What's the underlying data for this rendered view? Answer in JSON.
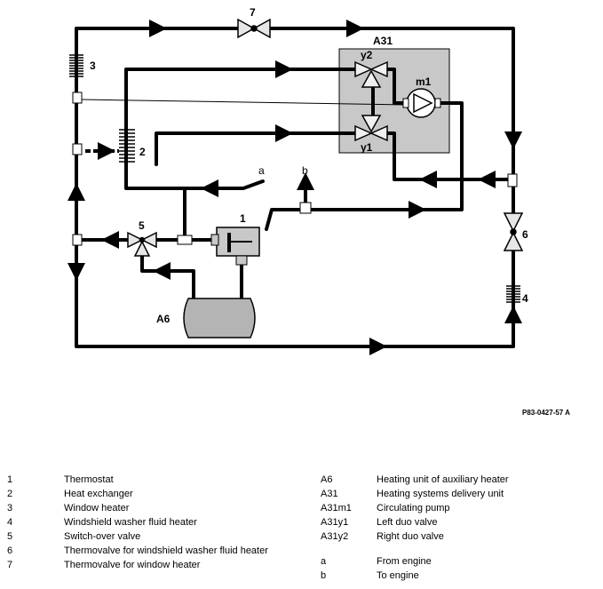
{
  "diagram": {
    "labels": {
      "n7": "7",
      "n3": "3",
      "n2": "2",
      "n1": "1",
      "n5": "5",
      "n6": "6",
      "n4": "4",
      "a31": "A31",
      "y2": "y2",
      "y1": "y1",
      "m1": "m1",
      "a6": "A6",
      "a": "a",
      "b": "b"
    },
    "code": "P83-0427-57 A"
  },
  "legend": {
    "left": [
      {
        "key": "1",
        "text": "Thermostat"
      },
      {
        "key": "2",
        "text": "Heat exchanger"
      },
      {
        "key": "3",
        "text": "Window heater"
      },
      {
        "key": "4",
        "text": "Windshield washer fluid heater"
      },
      {
        "key": "5",
        "text": "Switch-over valve"
      },
      {
        "key": "6",
        "text": "Thermovalve for windshield washer fluid heater"
      },
      {
        "key": "7",
        "text": "Thermovalve for window heater"
      }
    ],
    "right": [
      {
        "key": "A6",
        "text": "Heating unit of auxiliary heater"
      },
      {
        "key": "A31",
        "text": "Heating systems delivery unit"
      },
      {
        "key": "A31m1",
        "text": "Circulating pump"
      },
      {
        "key": "A31y1",
        "text": "Left duo valve"
      },
      {
        "key": "A31y2",
        "text": "Right duo valve"
      }
    ],
    "right2": [
      {
        "key": "a",
        "text": "From engine"
      },
      {
        "key": "b",
        "text": "To engine"
      }
    ]
  }
}
